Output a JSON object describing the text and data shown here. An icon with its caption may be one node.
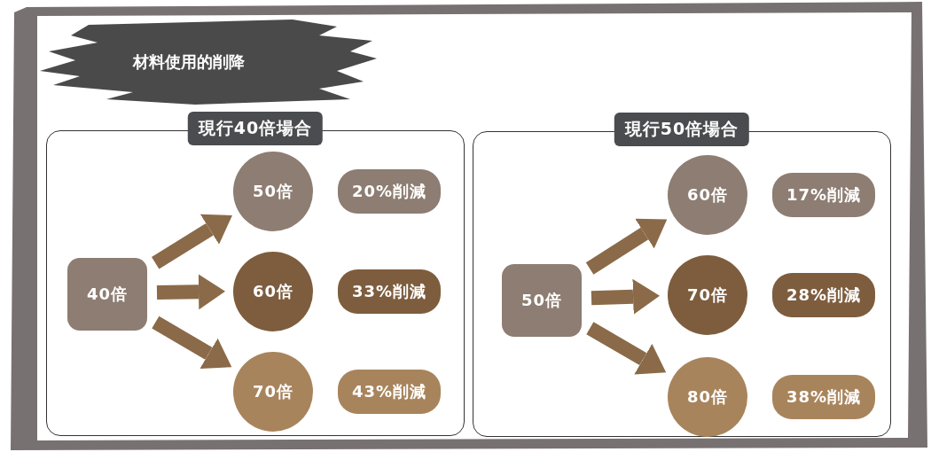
{
  "diagram": {
    "title": "材料使用的削降",
    "nodes": [
      {
        "text": [
          "現行40倍場合"
        ]
      },
      {
        "text": [
          "40倍"
        ],
        "in": 0
      },
      {
        "text": [
          "50倍"
        ],
        "in": 0
      },
      {
        "text": [
          "20%削減"
        ],
        "in": 0
      },
      {
        "text": [
          "60倍"
        ],
        "in": 0
      },
      {
        "text": [
          "33%削減"
        ],
        "in": 0
      },
      {
        "text": [
          "70倍"
        ],
        "in": 0
      },
      {
        "text": [
          "43%削減"
        ],
        "in": 0
      },
      {
        "text": [
          "現行50倍場合"
        ]
      },
      {
        "text": [
          "50倍"
        ],
        "in": 8
      },
      {
        "text": [
          "60倍"
        ],
        "in": 8
      },
      {
        "text": [
          "17%削減"
        ],
        "in": 8
      },
      {
        "text": [
          "70倍"
        ],
        "in": 8
      },
      {
        "text": [
          "28%削減"
        ],
        "in": 8
      },
      {
        "text": [
          "80倍"
        ],
        "in": 8
      },
      {
        "text": [
          "38%削減"
        ],
        "in": 8
      }
    ],
    "edges": [
      {
        "from": 1,
        "to": 2,
        "arrow": "to"
      },
      {
        "from": 1,
        "to": 4,
        "arrow": "to"
      },
      {
        "from": 1,
        "to": 6,
        "arrow": "to"
      },
      {
        "from": 9,
        "to": 10,
        "arrow": "to"
      },
      {
        "from": 9,
        "to": 12,
        "arrow": "to"
      },
      {
        "from": 9,
        "to": 14,
        "arrow": "to"
      }
    ]
  }
}
